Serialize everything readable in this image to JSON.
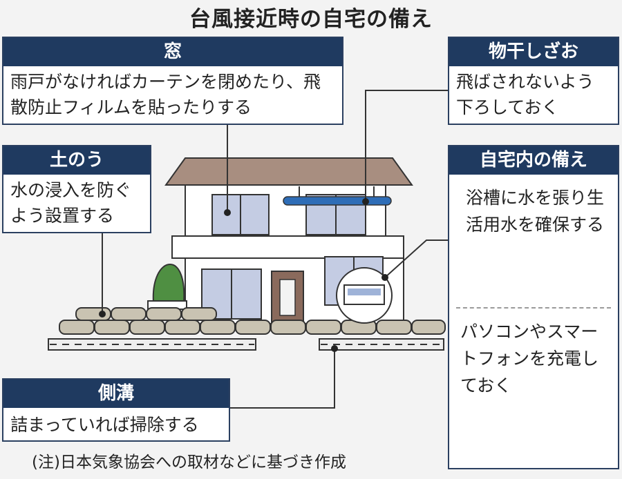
{
  "title": "台風接近時の自宅の備え",
  "window": {
    "heading": "窓",
    "text": "雨戸がなければカーテンを閉めたり、飛散防止フィルムを貼ったりする"
  },
  "laundry": {
    "heading": "物干しざお",
    "text": "飛ばされないよう下ろしておく"
  },
  "sandbag": {
    "heading": "土のう",
    "text": "水の浸入を防ぐよう設置する"
  },
  "home": {
    "heading": "自宅内の備え",
    "bath_text": "浴槽に水を張り生活用水を確保する",
    "charge_text": "パソコンやスマートフォンを充電しておく"
  },
  "ditch": {
    "heading": "側溝",
    "text": "詰まっていれば掃除する"
  },
  "note": "(注)日本気象協会への取材などに基づき作成",
  "colors": {
    "navy": "#1f3a60",
    "roof": "#a88e80",
    "window_glass": "#c4cce3",
    "shrub": "#4f8f42",
    "sandbag": "#c9c3b2"
  }
}
